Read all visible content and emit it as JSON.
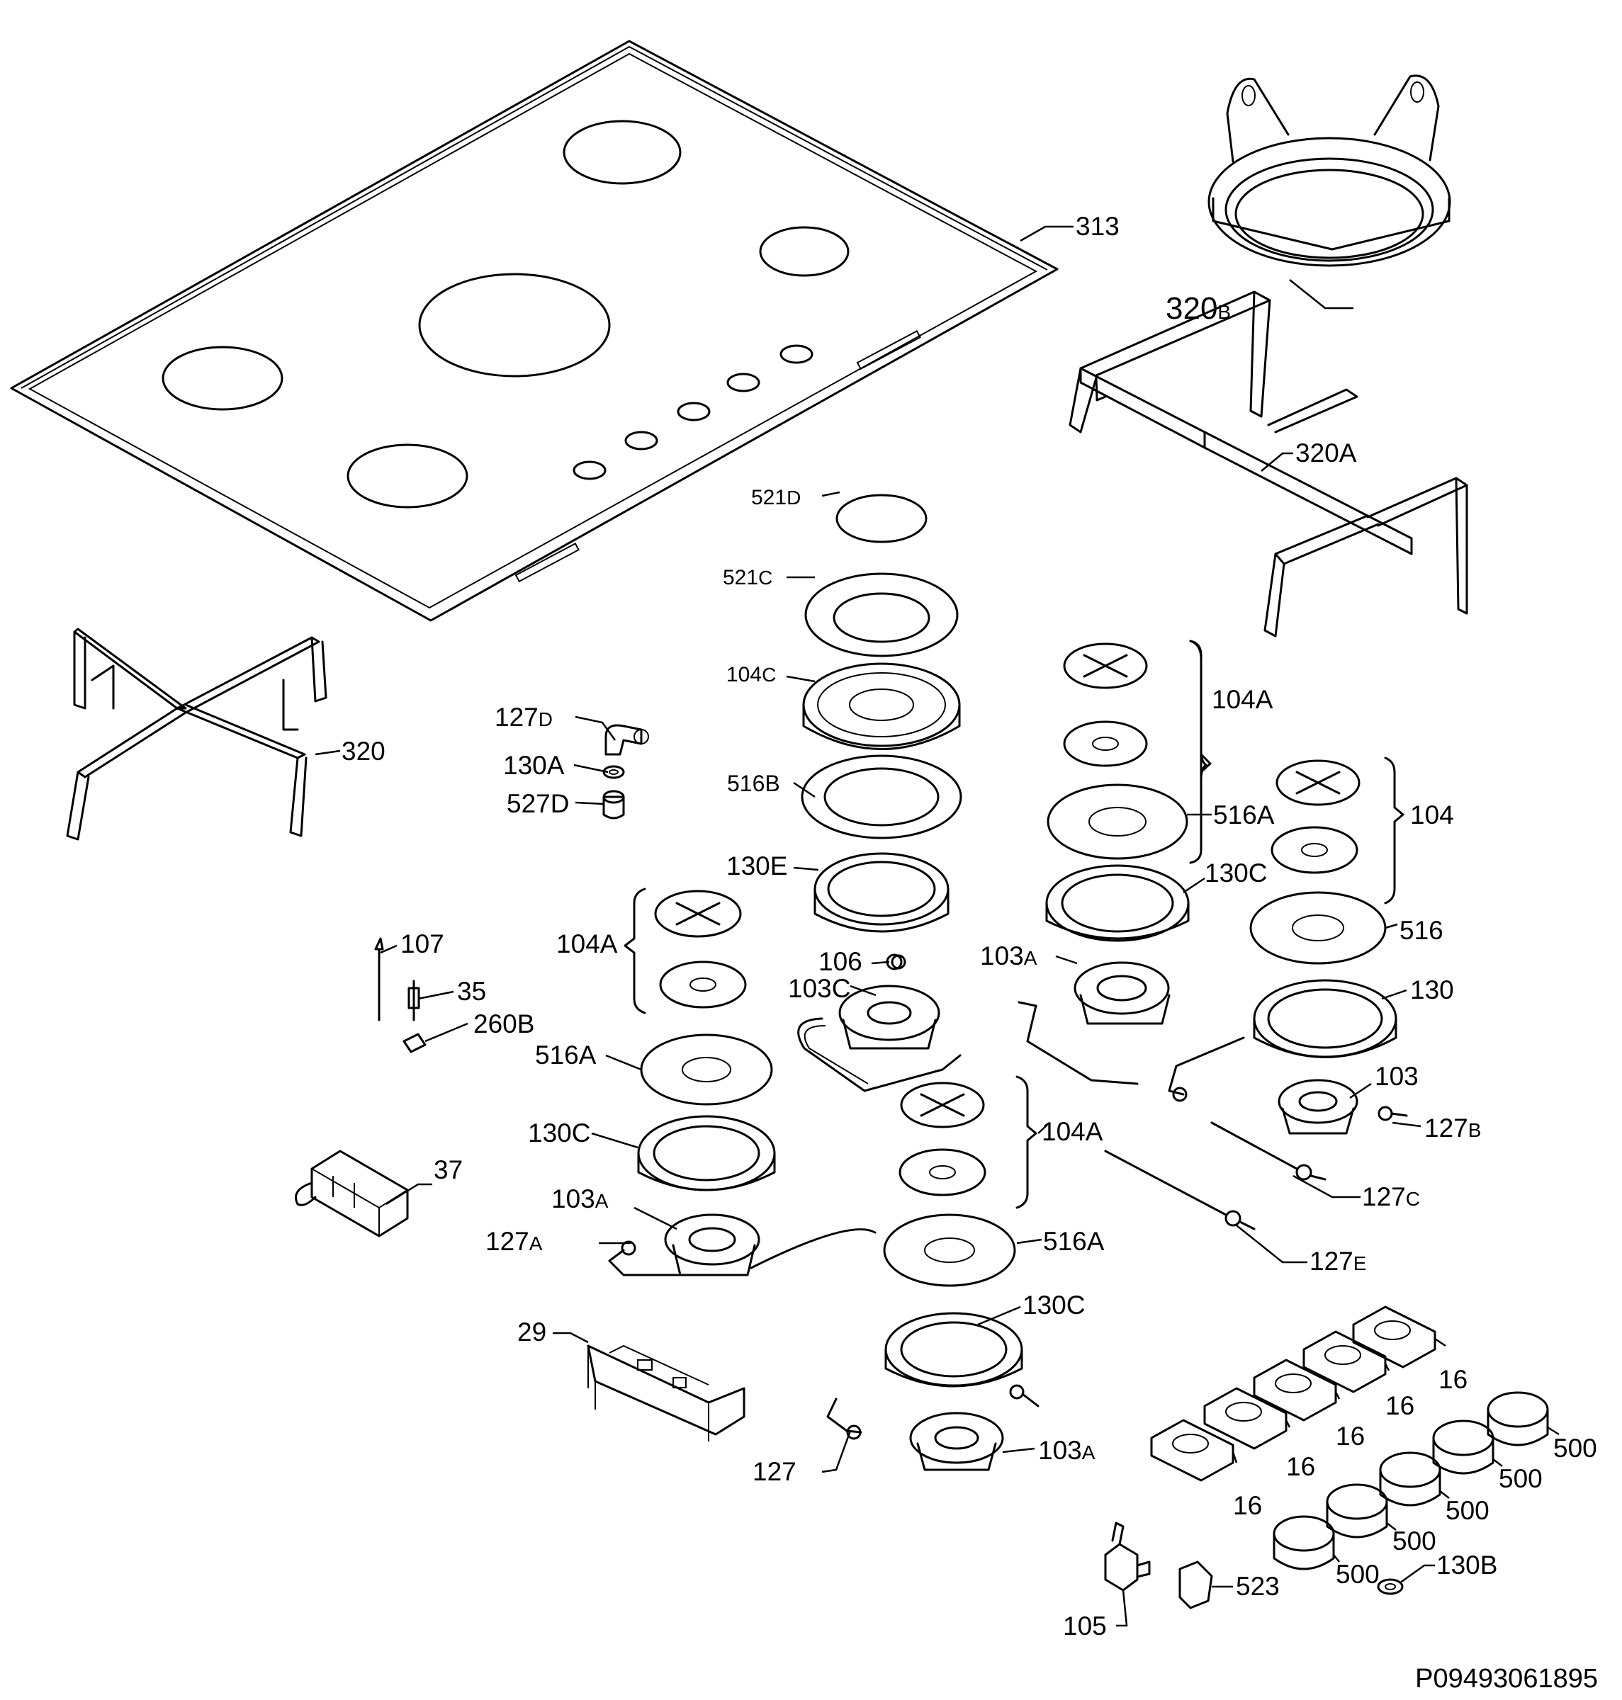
{
  "diagram": {
    "code": "P09493061895",
    "labels": [
      {
        "id": "313",
        "main": "313",
        "sub": ""
      },
      {
        "id": "320B",
        "main": "320",
        "sub": "B"
      },
      {
        "id": "320A",
        "main": "320A",
        "sub": ""
      },
      {
        "id": "521D",
        "main": "521",
        "sub": "D"
      },
      {
        "id": "521C",
        "main": "521",
        "sub": "C"
      },
      {
        "id": "104C",
        "main": "104",
        "sub": "C"
      },
      {
        "id": "104A-top",
        "main": "104A",
        "sub": ""
      },
      {
        "id": "127D",
        "main": "127",
        "sub": "D"
      },
      {
        "id": "130A",
        "main": "130A",
        "sub": ""
      },
      {
        "id": "527D",
        "main": "527D",
        "sub": ""
      },
      {
        "id": "320",
        "main": "320",
        "sub": ""
      },
      {
        "id": "516B",
        "main": "516B",
        "sub": ""
      },
      {
        "id": "516A-right",
        "main": "516A",
        "sub": ""
      },
      {
        "id": "104",
        "main": "104",
        "sub": ""
      },
      {
        "id": "130E",
        "main": "130E",
        "sub": ""
      },
      {
        "id": "130C-right",
        "main": "130C",
        "sub": ""
      },
      {
        "id": "516",
        "main": "516",
        "sub": ""
      },
      {
        "id": "104A-left",
        "main": "104A",
        "sub": ""
      },
      {
        "id": "107",
        "main": "107",
        "sub": ""
      },
      {
        "id": "106",
        "main": "106",
        "sub": ""
      },
      {
        "id": "103A-mid",
        "main": "103",
        "sub": "A"
      },
      {
        "id": "35",
        "main": "35",
        "sub": ""
      },
      {
        "id": "103C",
        "main": "103C",
        "sub": ""
      },
      {
        "id": "130",
        "main": "130",
        "sub": ""
      },
      {
        "id": "260B",
        "main": "260B",
        "sub": ""
      },
      {
        "id": "516A-left",
        "main": "516A",
        "sub": ""
      },
      {
        "id": "103",
        "main": "103",
        "sub": ""
      },
      {
        "id": "104A-center",
        "main": "104A",
        "sub": ""
      },
      {
        "id": "127B",
        "main": "127",
        "sub": "B"
      },
      {
        "id": "130C-left",
        "main": "130C",
        "sub": ""
      },
      {
        "id": "37",
        "main": "37",
        "sub": ""
      },
      {
        "id": "127C",
        "main": "127",
        "sub": "C"
      },
      {
        "id": "103A-left",
        "main": "103",
        "sub": "A"
      },
      {
        "id": "127A",
        "main": "127",
        "sub": "A"
      },
      {
        "id": "516A-bottom",
        "main": "516A",
        "sub": ""
      },
      {
        "id": "127E",
        "main": "127",
        "sub": "E"
      },
      {
        "id": "130C-bottom",
        "main": "130C",
        "sub": ""
      },
      {
        "id": "29",
        "main": "29",
        "sub": ""
      },
      {
        "id": "16-a",
        "main": "16",
        "sub": ""
      },
      {
        "id": "16-b",
        "main": "16",
        "sub": ""
      },
      {
        "id": "16-c",
        "main": "16",
        "sub": ""
      },
      {
        "id": "16-d",
        "main": "16",
        "sub": ""
      },
      {
        "id": "16-e",
        "main": "16",
        "sub": ""
      },
      {
        "id": "500-a",
        "main": "500",
        "sub": ""
      },
      {
        "id": "500-b",
        "main": "500",
        "sub": ""
      },
      {
        "id": "500-c",
        "main": "500",
        "sub": ""
      },
      {
        "id": "500-d",
        "main": "500",
        "sub": ""
      },
      {
        "id": "500-e",
        "main": "500",
        "sub": ""
      },
      {
        "id": "103A-bottom",
        "main": "103",
        "sub": "A"
      },
      {
        "id": "127",
        "main": "127",
        "sub": ""
      },
      {
        "id": "130B",
        "main": "130B",
        "sub": ""
      },
      {
        "id": "523",
        "main": "523",
        "sub": ""
      },
      {
        "id": "105",
        "main": "105",
        "sub": ""
      }
    ]
  }
}
